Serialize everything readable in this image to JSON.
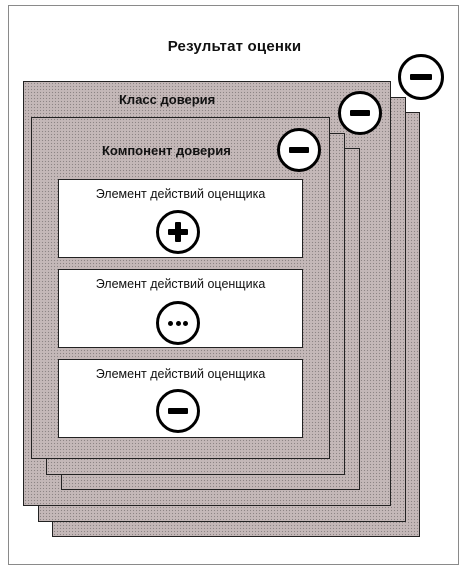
{
  "diagram": {
    "title": "Результат оценки",
    "class_label": "Класс доверия",
    "component_label": "Компонент доверия",
    "elements": [
      {
        "label": "Элемент действий оценщика",
        "verdict_icon": "plus-icon"
      },
      {
        "label": "Элемент действий оценщика",
        "verdict_icon": "ellipsis-icon"
      },
      {
        "label": "Элемент действий оценщика",
        "verdict_icon": "minus-icon"
      }
    ],
    "result_icon": "minus-icon",
    "class_icon": "minus-icon",
    "component_icon": "minus-icon",
    "colors": {
      "panel_fill": "#c4b8b8",
      "outline": "#222222",
      "icon": "#000000"
    }
  }
}
